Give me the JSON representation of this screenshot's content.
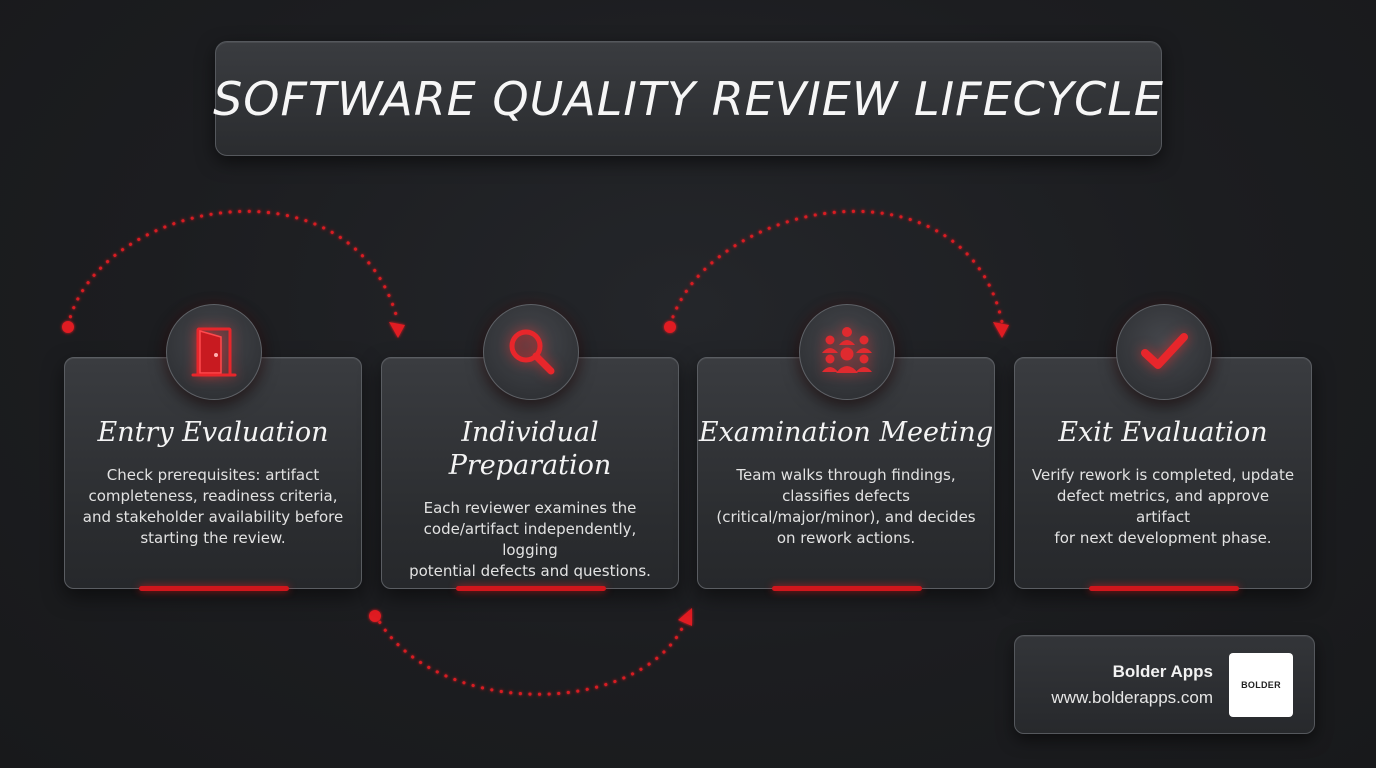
{
  "title": "SOFTWARE QUALITY REVIEW LIFECYCLE",
  "steps": [
    {
      "title": "Entry Evaluation",
      "icon": "door-icon",
      "description_lines": [
        "Check prerequisites: artifact",
        "completeness, readiness criteria,",
        "and stakeholder availability before",
        "starting the review."
      ]
    },
    {
      "title_lines": [
        "Individual",
        "Preparation"
      ],
      "icon": "magnifier-icon",
      "description_lines": [
        "Each reviewer examines the",
        "code/artifact independently, logging",
        "potential defects and questions."
      ]
    },
    {
      "title": "Examination Meeting",
      "icon": "team-icon",
      "description_lines": [
        "Team walks through findings,",
        "classifies defects",
        "(critical/major/minor), and decides",
        "on rework actions."
      ]
    },
    {
      "title": "Exit Evaluation",
      "icon": "checkmark-icon",
      "description_lines": [
        "Verify rework is completed, update",
        "defect metrics, and approve artifact",
        "for next development phase."
      ]
    }
  ],
  "brand": {
    "name": "Bolder Apps",
    "url": "www.bolderapps.com",
    "logo_text": "BOLDER"
  },
  "colors": {
    "accent": "#d0161c",
    "background": "#1c1d20",
    "card": "#2f3134"
  }
}
